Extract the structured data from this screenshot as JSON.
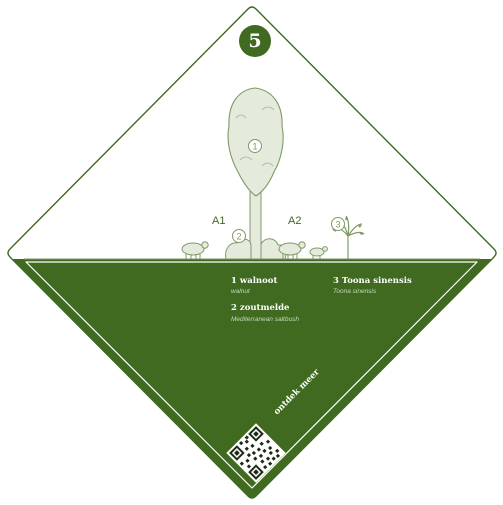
{
  "sign": {
    "number": "5",
    "colors": {
      "green": "#3f6a1f",
      "outline_green": "#3f6a1f",
      "illustration_fill": "#e4ebdc",
      "illustration_stroke": "#7f9a67",
      "white": "#ffffff",
      "sub_text": "#c9d8bd"
    }
  },
  "illustration": {
    "zone_labels": [
      "A1",
      "A2"
    ],
    "markers": [
      "1",
      "2",
      "3"
    ]
  },
  "plants": [
    {
      "label": "1 walnoot",
      "sublabel": "walnut"
    },
    {
      "label": "2 zoutmelde",
      "sublabel": "Mediterranean saltbush"
    },
    {
      "label": "3 Toona sinensis",
      "sublabel": "Toona sinensis"
    }
  ],
  "more": {
    "label": "ontdek meer",
    "qr": "qr-code-icon"
  }
}
